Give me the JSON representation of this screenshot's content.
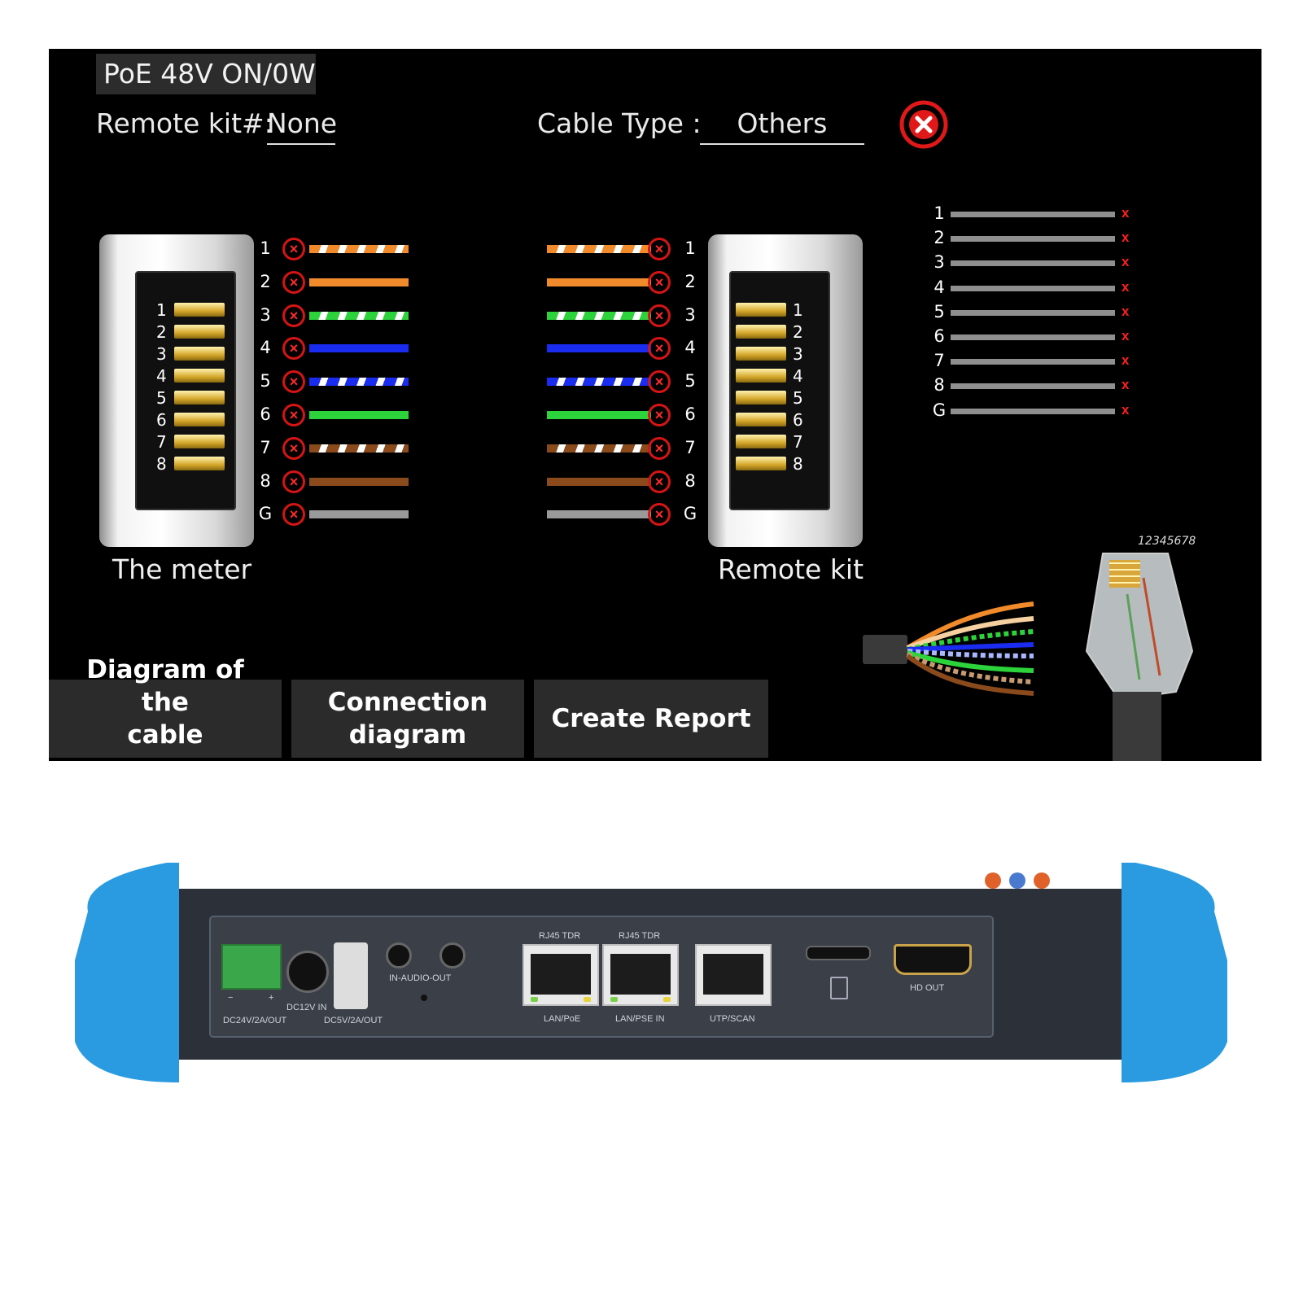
{
  "screen": {
    "poe_status": "PoE 48V ON/0W",
    "remote_kit_label": "Remote kit#:",
    "remote_kit_value": "None",
    "cable_type_label": "Cable Type :",
    "cable_type_value": "Others",
    "meter_caption": "The meter",
    "remote_caption": "Remote kit",
    "pins": [
      "1",
      "2",
      "3",
      "4",
      "5",
      "6",
      "7",
      "8"
    ],
    "wires": [
      "1",
      "2",
      "3",
      "4",
      "5",
      "6",
      "7",
      "8",
      "G"
    ],
    "shield_wires": [
      "1",
      "2",
      "3",
      "4",
      "5",
      "6",
      "7",
      "8",
      "G"
    ],
    "wire_colors": {
      "orange": "#f08a2a",
      "green": "#2cd33a",
      "blue": "#1a2cf0",
      "brown": "#8a4a1c",
      "gray": "#9a9a9a",
      "stripe": "#ffffff",
      "fail_red": "#e01818"
    },
    "plug_number": "12345678",
    "buttons": {
      "cable_sequence_line1": "Diagram of the",
      "cable_sequence_line2": "cable sequence",
      "connection_line1": "Connection",
      "connection_line2": "diagram",
      "create_report": "Create Report"
    }
  },
  "device_panel": {
    "ports": {
      "dc24": "DC24V/2A/OUT",
      "terminal_minus": "−",
      "terminal_plus": "+",
      "dc12": "DC12V IN",
      "dc5": "DC5V/2A/OUT",
      "audio": "IN-AUDIO-OUT",
      "rj45_tdr_1": "RJ45 TDR",
      "rj45_tdr_2": "RJ45 TDR",
      "lan_poe": "LAN/PoE",
      "lan_pse": "LAN/PSE IN",
      "utp_scan": "UTP/SCAN",
      "hd_out": "HD OUT"
    },
    "colors": {
      "bumper": "#2a9be0",
      "body": "#2c3038",
      "panel": "#3a3f48",
      "accent_button": "#e0622a"
    }
  }
}
